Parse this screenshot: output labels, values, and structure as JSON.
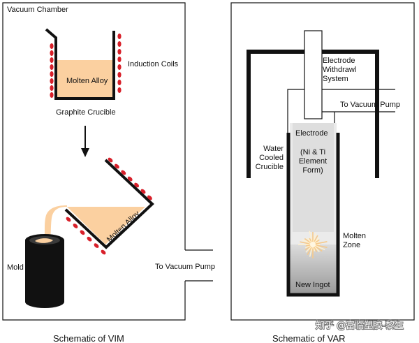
{
  "colors": {
    "molten": "#fbd0a0",
    "coil": "#d8202a",
    "wall": "#111111",
    "ingot": "#a9a9a9",
    "electrode": "#dedede",
    "chamber_fill": "#ebebeb"
  },
  "vim": {
    "vacuum_chamber": "Vacuum Chamber",
    "induction_coils": "Induction Coils",
    "molten_alloy_top": "Molten Alloy",
    "graphite_crucible": "Graphite Crucible",
    "molten_alloy_tilted": "Molten Alloy",
    "mold": "Mold",
    "vacuum_pump": "To Vacuum Pump",
    "caption": "Schematic of VIM"
  },
  "var": {
    "withdrawl_lines": [
      "Electrode",
      "Withdrawl",
      "System"
    ],
    "vacuum_pump": "To Vacuum Pump",
    "electrode": "Electrode",
    "element_form_lines": [
      "(Ni & Ti",
      "Element",
      "Form)"
    ],
    "crucible_lines": [
      "Water",
      "Cooled",
      "Crucible"
    ],
    "molten_zone_lines": [
      "Molten",
      "Zone"
    ],
    "new_ingot": "New Ingot",
    "caption": "Schematic of VAR"
  },
  "watermark": "知乎 @富临塑胶-黎生"
}
